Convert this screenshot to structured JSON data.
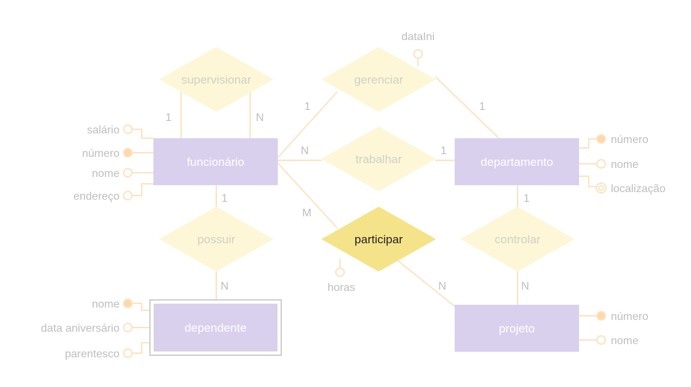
{
  "entities": {
    "funcionario": "funcionário",
    "departamento": "departamento",
    "dependente": "dependente",
    "projeto": "projeto"
  },
  "relationships": {
    "supervisionar": "supervisionar",
    "gerenciar": "gerenciar",
    "trabalhar": "trabalhar",
    "possuir": "possuir",
    "participar": "participar",
    "controlar": "controlar"
  },
  "active_relationship": "participar",
  "attributes": {
    "funcionario": [
      "salário",
      "número",
      "nome",
      "endereço"
    ],
    "departamento": [
      "número",
      "nome",
      "localização"
    ],
    "dependente": [
      "nome",
      "data aniversário",
      "parentesco"
    ],
    "projeto": [
      "número",
      "nome"
    ],
    "gerenciar": [
      "dataIni"
    ],
    "participar": [
      "horas"
    ]
  },
  "cardinalities": {
    "supervisionar_left": "1",
    "supervisionar_right": "N",
    "gerenciar_funcionario": "1",
    "gerenciar_departamento": "1",
    "trabalhar_funcionario": "N",
    "trabalhar_departamento": "1",
    "participar_funcionario": "M",
    "participar_projeto": "N",
    "possuir_funcionario": "1",
    "possuir_dependente": "N",
    "controlar_departamento": "1",
    "controlar_projeto": "N"
  },
  "colors": {
    "entity": "#d9d0ee",
    "relationship": "#fdf7d8",
    "relationship_active": "#f4e389",
    "line": "#fde3c2",
    "attribute_key": "#fcd9a8"
  }
}
